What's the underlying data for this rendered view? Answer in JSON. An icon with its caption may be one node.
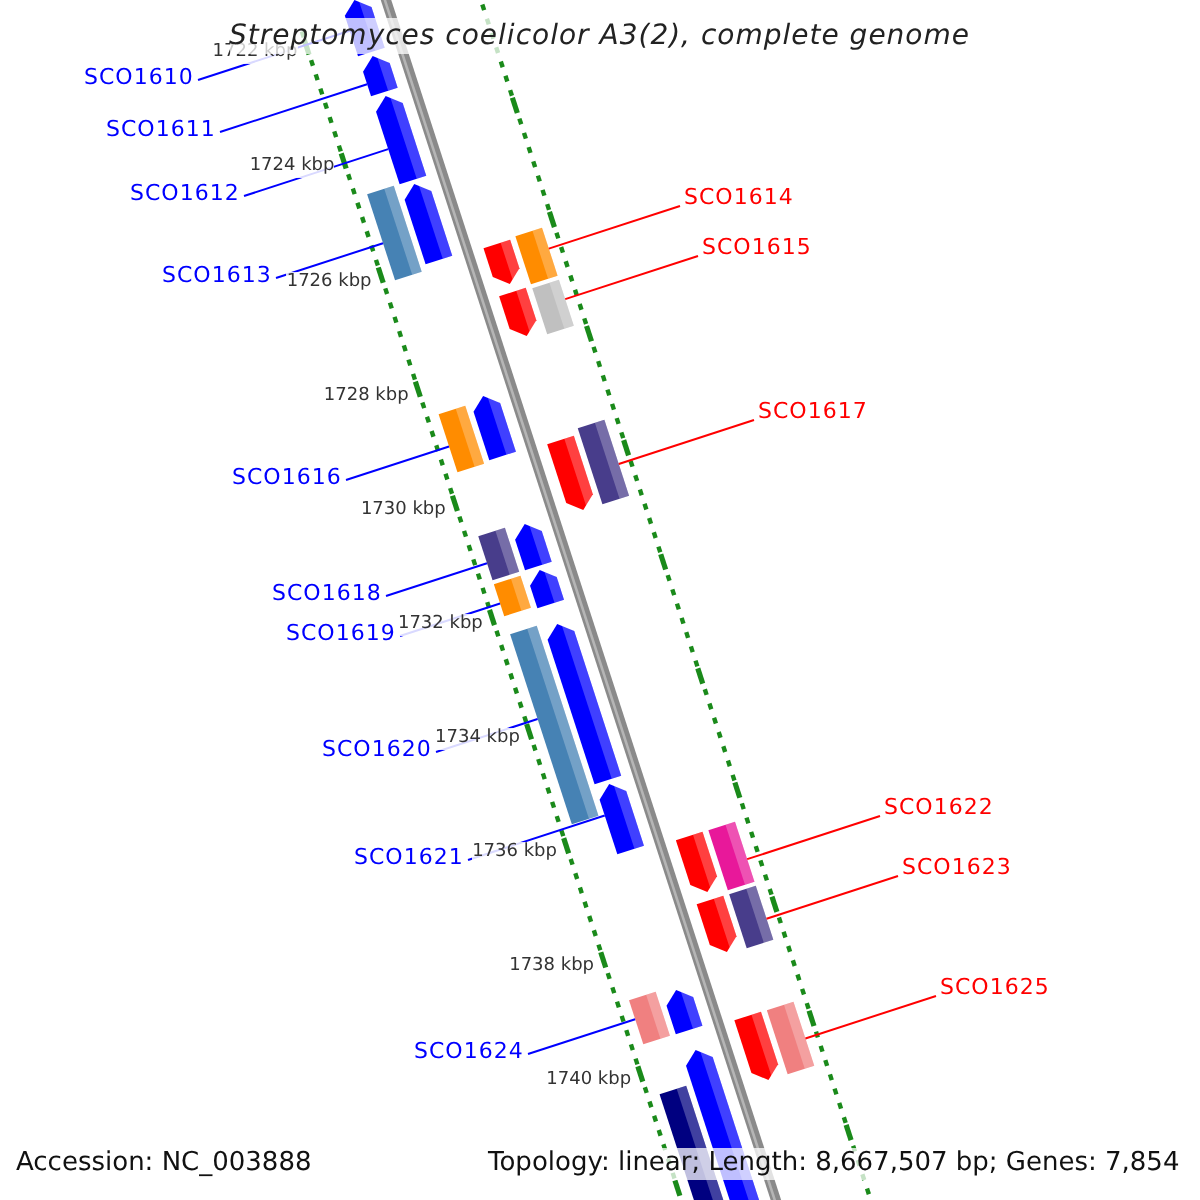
{
  "diagram": {
    "title": "Streptomyces coelicolor A3(2), complete genome",
    "nodes": [
      {
        "text": [
          "SCO1610"
        ]
      },
      {
        "text": [
          "SCO1611"
        ]
      },
      {
        "text": [
          "SCO1612"
        ]
      },
      {
        "text": [
          "SCO1613"
        ]
      },
      {
        "text": [
          "SCO1614"
        ]
      },
      {
        "text": [
          "SCO1615"
        ]
      },
      {
        "text": [
          "SCO1616"
        ]
      },
      {
        "text": [
          "SCO1617"
        ]
      },
      {
        "text": [
          "SCO1618"
        ]
      },
      {
        "text": [
          "SCO1619"
        ]
      },
      {
        "text": [
          "SCO1620"
        ]
      },
      {
        "text": [
          "SCO1621"
        ]
      },
      {
        "text": [
          "SCO1622"
        ]
      },
      {
        "text": [
          "SCO1623"
        ]
      },
      {
        "text": [
          "SCO1624"
        ]
      },
      {
        "text": [
          "SCO1625"
        ]
      },
      {
        "text": [],
        "shape": "arrow"
      },
      {
        "text": [],
        "shape": "arrow"
      },
      {
        "text": [],
        "shape": "arrow"
      },
      {
        "text": [],
        "shape": "arrow"
      },
      {
        "text": [],
        "shape": "box"
      },
      {
        "text": [],
        "shape": "arrow"
      },
      {
        "text": [],
        "shape": "arrow"
      },
      {
        "text": [],
        "shape": "box"
      },
      {
        "text": [],
        "shape": "box"
      },
      {
        "text": [],
        "shape": "arrow"
      },
      {
        "text": [],
        "shape": "box"
      },
      {
        "text": [],
        "shape": "arrow"
      },
      {
        "text": [],
        "shape": "box"
      },
      {
        "text": [],
        "shape": "arrow"
      },
      {
        "text": [],
        "shape": "arrow"
      },
      {
        "text": [],
        "shape": "box"
      },
      {
        "text": [],
        "shape": "box"
      },
      {
        "text": [],
        "shape": "arrow"
      },
      {
        "text": [],
        "shape": "arrow"
      },
      {
        "text": [],
        "shape": "box"
      },
      {
        "text": [],
        "shape": "arrow"
      },
      {
        "text": [],
        "shape": "arrow"
      },
      {
        "text": [],
        "shape": "box"
      },
      {
        "text": [],
        "shape": "box"
      },
      {
        "text": [],
        "shape": "arrow"
      },
      {
        "text": [],
        "shape": "box"
      },
      {
        "text": [],
        "shape": "arrow"
      },
      {
        "text": [],
        "shape": "box"
      },
      {
        "text": [],
        "shape": "arrow"
      },
      {
        "text": [],
        "shape": "box"
      }
    ],
    "edges": [
      {
        "from": 0,
        "to": 16,
        "arrow": "none"
      },
      {
        "from": 1,
        "to": 17,
        "arrow": "none"
      },
      {
        "from": 2,
        "to": 18,
        "arrow": "none"
      },
      {
        "from": 3,
        "to": 20,
        "arrow": "none"
      },
      {
        "from": 4,
        "to": 23,
        "arrow": "none",
        "color": "#ff0000"
      },
      {
        "from": 5,
        "to": 24,
        "arrow": "none",
        "color": "#ff0000"
      },
      {
        "from": 6,
        "to": 26,
        "arrow": "none"
      },
      {
        "from": 7,
        "to": 28,
        "arrow": "none",
        "color": "#ff0000"
      },
      {
        "from": 8,
        "to": 31,
        "arrow": "none"
      },
      {
        "from": 9,
        "to": 32,
        "arrow": "none"
      },
      {
        "from": 10,
        "to": 35,
        "arrow": "none"
      },
      {
        "from": 11,
        "to": 34,
        "arrow": "none"
      },
      {
        "from": 12,
        "to": 38,
        "arrow": "none",
        "color": "#ff0000"
      },
      {
        "from": 13,
        "to": 39,
        "arrow": "none",
        "color": "#ff0000"
      },
      {
        "from": 14,
        "to": 41,
        "arrow": "none"
      },
      {
        "from": 15,
        "to": 43,
        "arrow": "none",
        "color": "#ff0000"
      }
    ],
    "labels": [
      "1722 kbp",
      "1724 kbp",
      "1726 kbp",
      "1728 kbp",
      "1730 kbp",
      "1732 kbp",
      "1734 kbp",
      "1736 kbp",
      "1738 kbp",
      "1740 kbp",
      "Accession: NC_003888",
      "Topology: linear; Length: 8,667,507 bp; Genes: 7,854"
    ]
  }
}
